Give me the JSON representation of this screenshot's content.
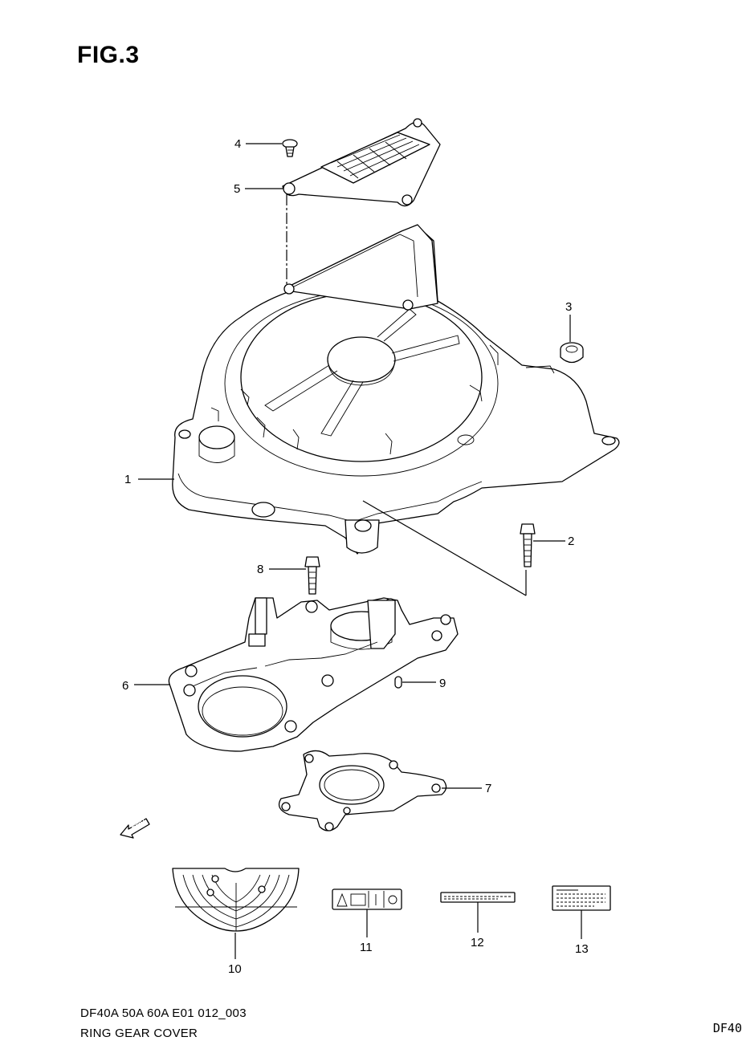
{
  "figure": {
    "title": "FIG.3"
  },
  "caption": {
    "code": "DF40A 50A 60A E01 012_003",
    "name": "RING GEAR COVER"
  },
  "corner_label": "DF40",
  "fwd_label": "FWD",
  "callouts": {
    "c1": "1",
    "c2": "2",
    "c3": "3",
    "c4": "4",
    "c5": "5",
    "c6": "6",
    "c7": "7",
    "c8": "8",
    "c9": "9",
    "c10": "10",
    "c11": "11",
    "c12": "12",
    "c13": "13"
  }
}
